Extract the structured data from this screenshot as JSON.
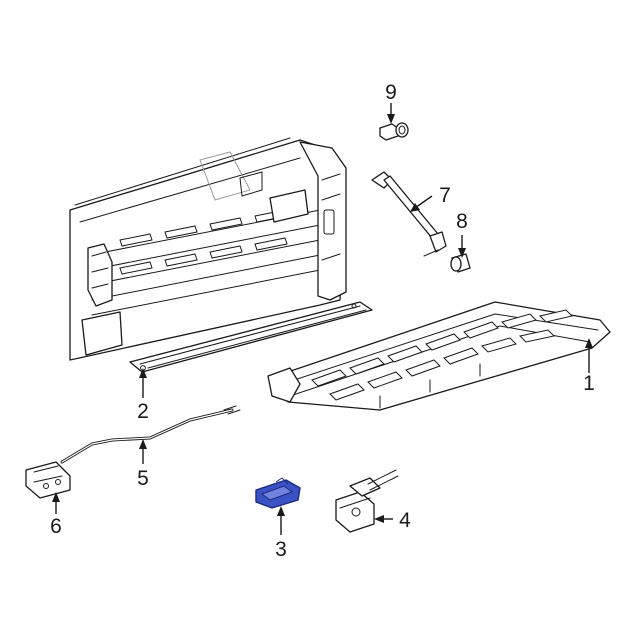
{
  "callouts": [
    {
      "id": "1",
      "label": "1"
    },
    {
      "id": "2",
      "label": "2"
    },
    {
      "id": "3",
      "label": "3"
    },
    {
      "id": "4",
      "label": "4"
    },
    {
      "id": "5",
      "label": "5"
    },
    {
      "id": "6",
      "label": "6"
    },
    {
      "id": "7",
      "label": "7"
    },
    {
      "id": "8",
      "label": "8"
    },
    {
      "id": "9",
      "label": "9"
    }
  ],
  "colors": {
    "line": "#1a1a1a",
    "highlight_fill": "#3b52c4",
    "highlight_stroke": "#1b2a7a",
    "background": "#ffffff"
  }
}
